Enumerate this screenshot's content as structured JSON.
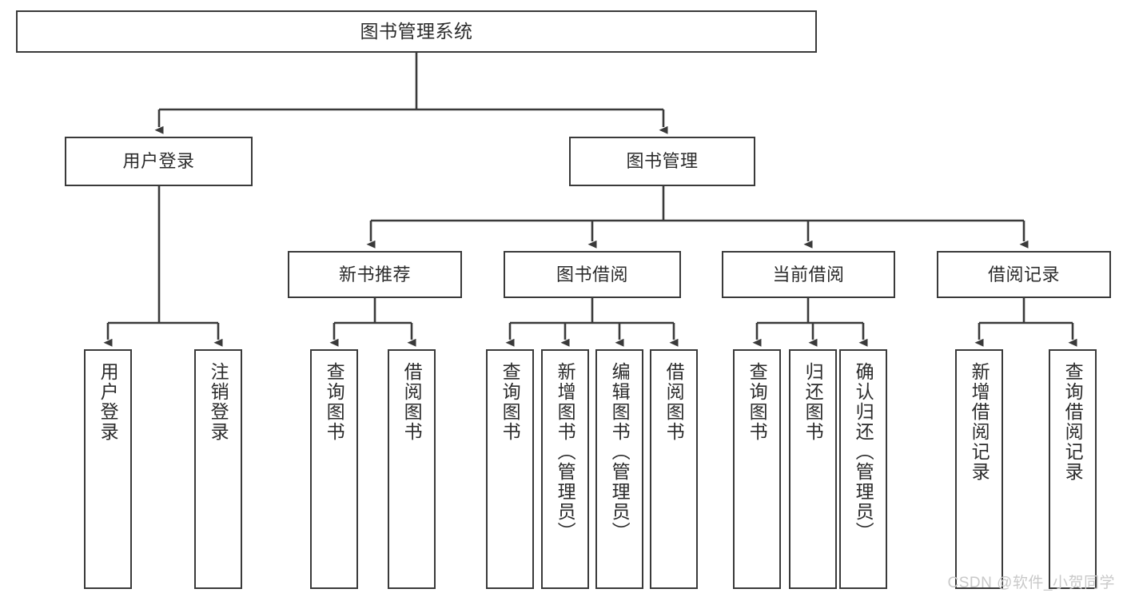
{
  "diagram": {
    "title": "图书管理系统",
    "type": "tree",
    "watermark": "CSDN @软件_小贺同学",
    "colors": {
      "background": "#ffffff",
      "stroke": "#3a3a3a",
      "text": "#2b2b2b",
      "watermark": "#c9c9c9"
    }
  },
  "nodes": {
    "root": {
      "label": "图书管理系统"
    },
    "level2": [
      {
        "id": "user-login",
        "label": "用户登录"
      },
      {
        "id": "book-manage",
        "label": "图书管理"
      }
    ],
    "level3": [
      {
        "id": "new-book-recommend",
        "label": "新书推荐"
      },
      {
        "id": "book-borrow",
        "label": "图书借阅"
      },
      {
        "id": "current-borrow",
        "label": "当前借阅"
      },
      {
        "id": "borrow-record",
        "label": "借阅记录"
      }
    ],
    "leaves": [
      {
        "id": "leaf-user-login",
        "parent": "user-login",
        "label": "用户登录"
      },
      {
        "id": "leaf-logout",
        "parent": "user-login",
        "label": "注销登录"
      },
      {
        "id": "leaf-query-book-1",
        "parent": "new-book-recommend",
        "label": "查询图书"
      },
      {
        "id": "leaf-borrow-book-1",
        "parent": "new-book-recommend",
        "label": "借阅图书"
      },
      {
        "id": "leaf-query-book-2",
        "parent": "book-borrow",
        "label": "查询图书"
      },
      {
        "id": "leaf-add-book",
        "parent": "book-borrow",
        "label": "新增图书（管理员）"
      },
      {
        "id": "leaf-edit-book",
        "parent": "book-borrow",
        "label": "编辑图书（管理员）"
      },
      {
        "id": "leaf-borrow-book-2",
        "parent": "book-borrow",
        "label": "借阅图书"
      },
      {
        "id": "leaf-query-book-3",
        "parent": "current-borrow",
        "label": "查询图书"
      },
      {
        "id": "leaf-return-book",
        "parent": "current-borrow",
        "label": "归还图书"
      },
      {
        "id": "leaf-confirm-return",
        "parent": "current-borrow",
        "label": "确认归还（管理员）"
      },
      {
        "id": "leaf-add-record",
        "parent": "borrow-record",
        "label": "新增借阅记录"
      },
      {
        "id": "leaf-query-record",
        "parent": "borrow-record",
        "label": "查询借阅记录"
      }
    ]
  }
}
